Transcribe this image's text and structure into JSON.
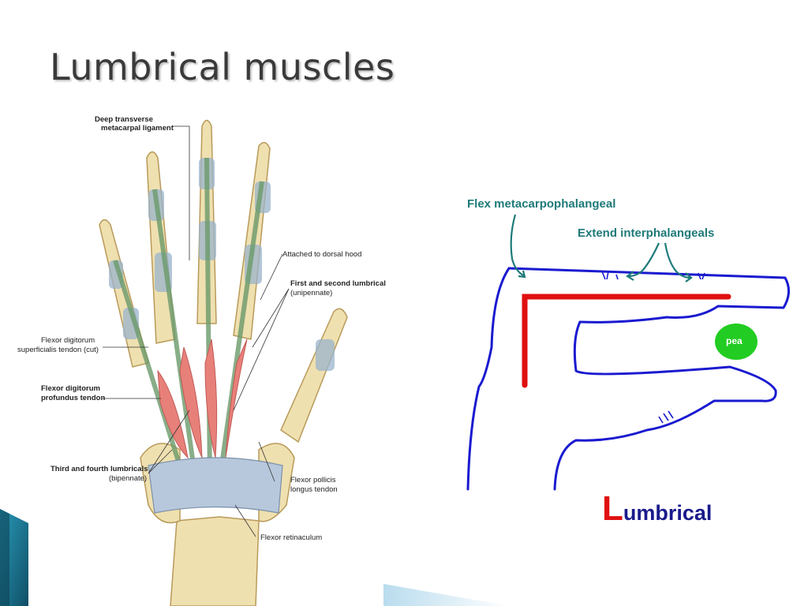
{
  "slide": {
    "title": "Lumbrical muscles"
  },
  "figure_labels": {
    "deep_transverse": "Deep transverse",
    "metacarpal_ligament": "metacarpal ligament",
    "attached_dorsal_hood": "Attached to dorsal hood",
    "first_second_lumbrical": "First and second lumbrical",
    "unipennate": "(unipennate)",
    "fds_line1": "Flexor digitorum",
    "fds_line2": "superficialis tendon (cut)",
    "fdp_line1": "Flexor digitorum",
    "fdp_line2": "profundus tendon",
    "third_fourth_lumbricals": "Third and fourth lumbricals",
    "bipennate": "(bipennate)",
    "fpl_line1": "Flexor pollicis",
    "fpl_line2": "longus tendon",
    "flexor_retinaculum": "Flexor retinaculum"
  },
  "diagram": {
    "flex_label": "Flex metacarpophalangeal",
    "extend_label": "Extend interphalangeals",
    "pea_label": "pea",
    "lumbrical_first_letter": "L",
    "lumbrical_rest": "umbrical"
  },
  "colors": {
    "title": "#3a3a3a",
    "annotation_teal": "#1f7a7a",
    "outline_blue": "#1a1ad0",
    "muscle_red": "#e01010",
    "pea_green": "#22cc22",
    "lumbrical_text": "#1a1a8c",
    "deco_teal": "#1d6f86"
  }
}
